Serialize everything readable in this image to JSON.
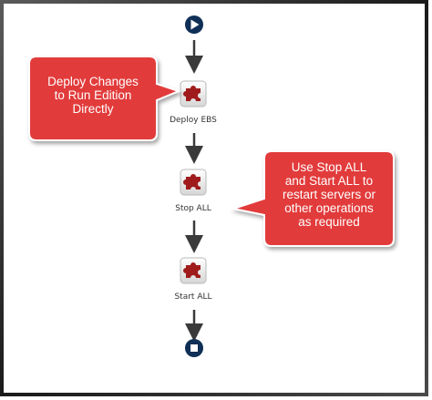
{
  "workflow": {
    "start_icon": "play-icon",
    "end_icon": "stop-icon",
    "steps": [
      {
        "label": "Deploy EBS",
        "icon": "puzzle-piece-icon"
      },
      {
        "label": "Stop ALL",
        "icon": "puzzle-piece-icon"
      },
      {
        "label": "Start ALL",
        "icon": "puzzle-piece-icon"
      }
    ]
  },
  "callouts": [
    {
      "lines": [
        "Deploy Changes",
        "to Run Edition",
        "Directly"
      ]
    },
    {
      "lines": [
        "Use Stop ALL",
        "and Start ALL to",
        "restart servers or",
        "other operations",
        "as required"
      ]
    }
  ],
  "colors": {
    "callout_fill": "#e23b3b",
    "callout_stroke": "#ffffff",
    "node_fill": "#0f2f56",
    "puzzle": "#a01c1c",
    "arrow": "#3a3a3a",
    "frame_border": "#2a2a2a"
  }
}
